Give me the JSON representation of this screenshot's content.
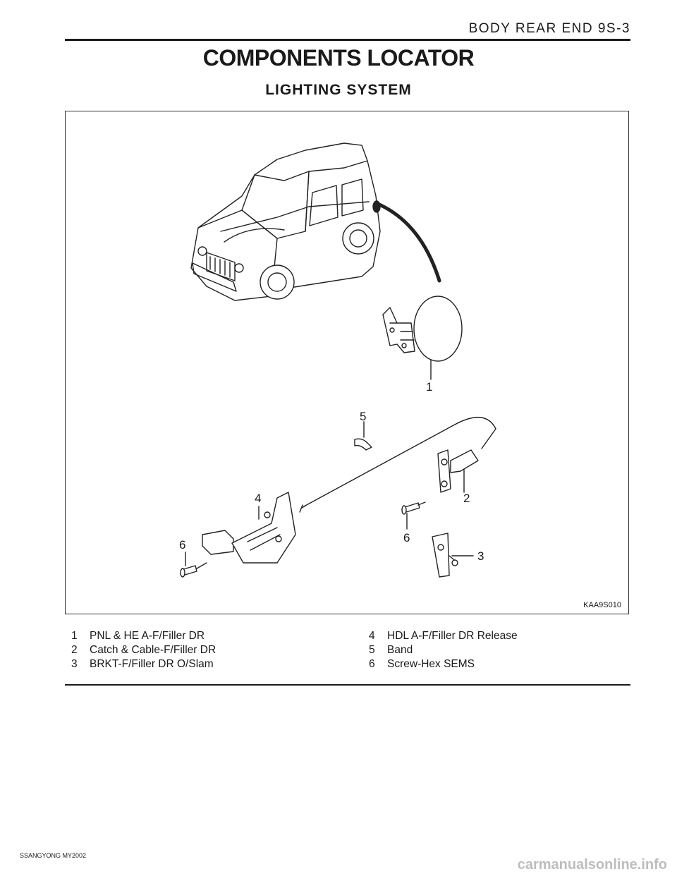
{
  "header": {
    "section": "BODY REAR END  9S-3"
  },
  "title": "COMPONENTS LOCATOR",
  "subtitle": "LIGHTING  SYSTEM",
  "figure": {
    "code": "KAA9S010",
    "callouts": [
      "1",
      "5",
      "4",
      "2",
      "6",
      "6",
      "3"
    ]
  },
  "legend": {
    "left": [
      {
        "num": "1",
        "label": "PNL & HE A-F/Filler DR"
      },
      {
        "num": "2",
        "label": "Catch & Cable-F/Filler DR"
      },
      {
        "num": "3",
        "label": "BRKT-F/Filler DR O/Slam"
      }
    ],
    "right": [
      {
        "num": "4",
        "label": "HDL A-F/Filler DR Release"
      },
      {
        "num": "5",
        "label": "Band"
      },
      {
        "num": "6",
        "label": "Screw-Hex SEMS"
      }
    ]
  },
  "footer": {
    "brand": "SSANGYONG  MY2002"
  },
  "watermark": "carmanualsonline.info"
}
